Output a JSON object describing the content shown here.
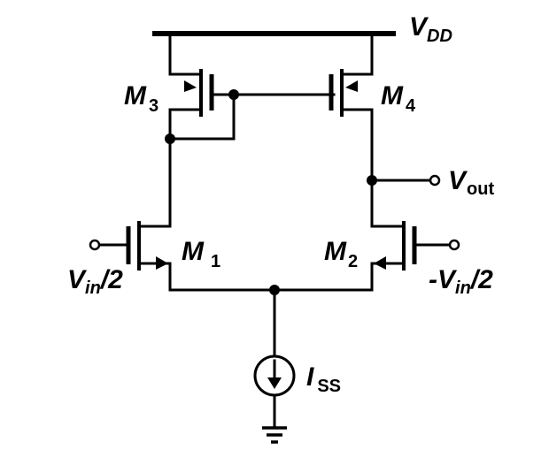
{
  "supply": {
    "name": "V",
    "sub": "DD"
  },
  "transistors": {
    "m1": {
      "name": "M",
      "sub": "1"
    },
    "m2": {
      "name": "M",
      "sub": "2"
    },
    "m3": {
      "name": "M",
      "sub": "3"
    },
    "m4": {
      "name": "M",
      "sub": "4"
    }
  },
  "output": {
    "name": "V",
    "sub": "out"
  },
  "input_pos": {
    "name": "V",
    "sub": "in",
    "suffix": "/2"
  },
  "input_neg": {
    "prefix": "-",
    "name": "V",
    "sub": "in",
    "suffix": "/2"
  },
  "current_source": {
    "name": "I",
    "sub": "SS"
  }
}
